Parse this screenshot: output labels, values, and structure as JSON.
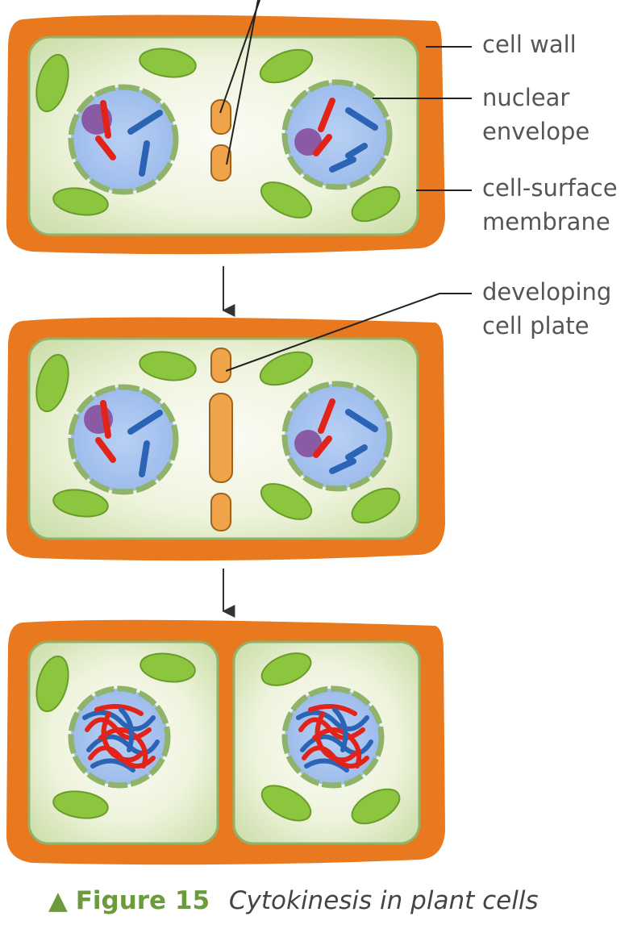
{
  "labels": {
    "cell_wall": [
      "cell wall"
    ],
    "nuclear_envelope": [
      "nuclear",
      "envelope"
    ],
    "cell_surface_membrane": [
      "cell-surface",
      "membrane"
    ],
    "developing_cell_plate": [
      "developing",
      "cell plate"
    ]
  },
  "caption": {
    "marker": "▲",
    "figure_number": "Figure 15",
    "title": "Cytokinesis in plant cells"
  },
  "colors": {
    "wall": "#e8791f",
    "cytoplasm": "#f3f5e6",
    "cytoplasm_edge": "#cfe0ae",
    "chloroplast": "#8cc63f",
    "nucleus": "#9fbfee",
    "nuclear_envelope": "#8fb36a",
    "chromosome_red": "#e2231a",
    "chromosome_blue": "#2b63b5",
    "nucleolus": "#8b5aa5",
    "cell_plate": "#f0a44a",
    "caption_accent": "#6b9b3a"
  },
  "icons": [
    "down-arrow-icon",
    "down-arrow-icon"
  ]
}
